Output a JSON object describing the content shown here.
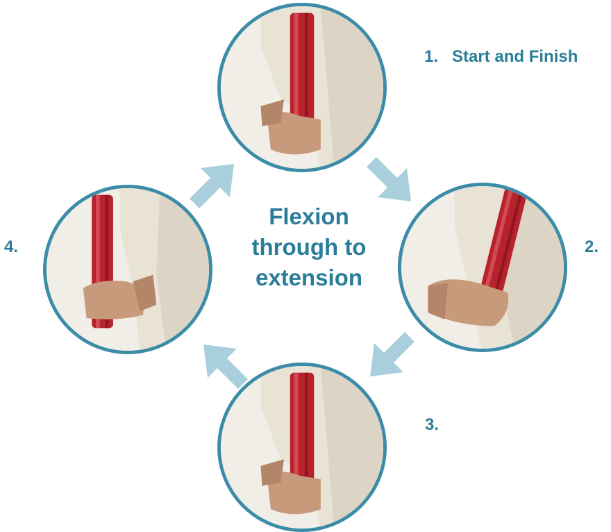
{
  "title": {
    "lines": [
      "Flexion",
      "through to",
      "extension"
    ]
  },
  "steps": [
    {
      "number": "1.",
      "text": "Start and Finish",
      "photo": "wrist-neutral-grip-photo"
    },
    {
      "number": "2.",
      "text": "",
      "photo": "wrist-flexion-photo"
    },
    {
      "number": "3.",
      "text": "",
      "photo": "wrist-neutral-grip-photo"
    },
    {
      "number": "4.",
      "text": "",
      "photo": "wrist-extension-photo"
    }
  ],
  "colors": {
    "accent": "#2a7d98",
    "circle_border": "#3c8ca8",
    "arrow": "#a9cfdc",
    "bar": "#b8222c"
  }
}
